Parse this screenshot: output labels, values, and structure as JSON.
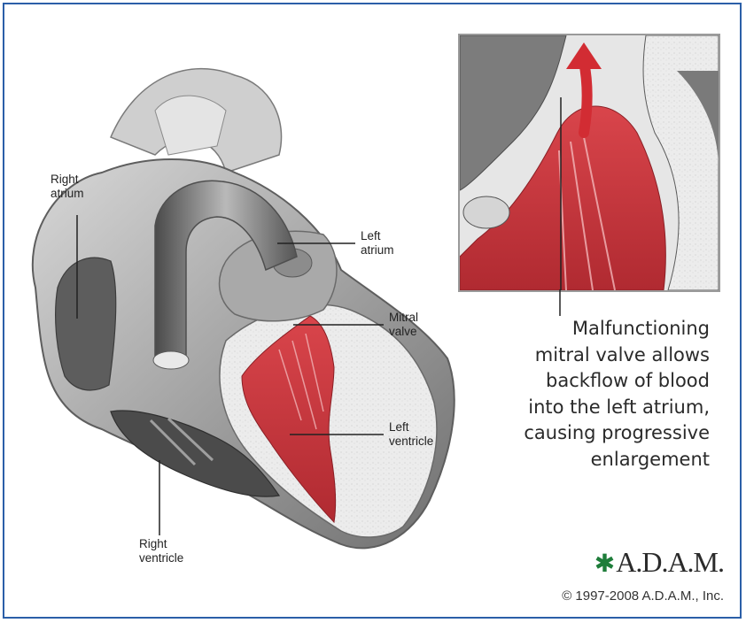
{
  "labels": {
    "right_atrium": [
      "Right",
      "atrium"
    ],
    "left_atrium": [
      "Left",
      "atrium"
    ],
    "mitral_valve": [
      "Mitral",
      "valve"
    ],
    "left_ventricle": [
      "Left",
      "ventricle"
    ],
    "right_ventricle": [
      "Right",
      "ventricle"
    ]
  },
  "caption": [
    "Malfunctioning",
    "mitral valve allows",
    "backflow of blood",
    "into the left atrium,",
    "causing progressive",
    "enlargement"
  ],
  "brand": {
    "mark": "✱",
    "name": "A.D.A.M."
  },
  "copyright": "© 1997-2008 A.D.A.M., Inc.",
  "colors": {
    "frame": "#2b5fa8",
    "blood": "#c8333a",
    "tissue": "#8a8a8a",
    "brand_mark": "#1e7d3a"
  }
}
